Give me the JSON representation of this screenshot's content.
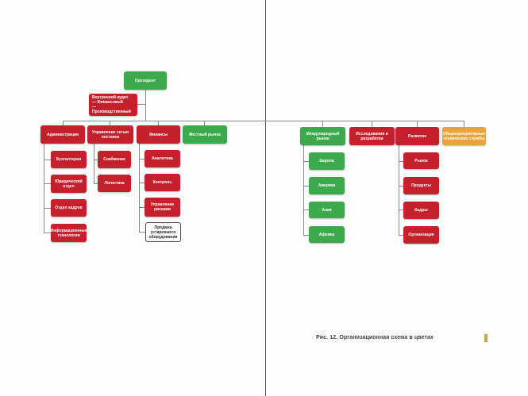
{
  "figure": {
    "caption": "Рис. 12. Организационная схема в цветах",
    "marker_color": "#C9A455"
  },
  "colors": {
    "red": "#C5212D",
    "green": "#3CA94C",
    "orange": "#E8A33C",
    "white": "#FFFFFF",
    "line": "#87898C",
    "gutter": "#55565A"
  },
  "org_chart": {
    "nodes": [
      {
        "id": "president",
        "label": "Президент",
        "color": "green",
        "parent": null
      },
      {
        "id": "audit",
        "label": "Внутренний аудит\n— Финансовый\n— Производственный",
        "color": "red",
        "parent": "president"
      },
      {
        "id": "admin",
        "label": "Администрация",
        "color": "red",
        "parent": "president"
      },
      {
        "id": "supply",
        "label": "Управление сетью поставок",
        "color": "red",
        "parent": "president"
      },
      {
        "id": "finance",
        "label": "Финансы",
        "color": "red",
        "parent": "president"
      },
      {
        "id": "local",
        "label": "Местный рынок",
        "color": "green",
        "parent": "president"
      },
      {
        "id": "intl",
        "label": "Международный рынок",
        "color": "green",
        "parent": "president"
      },
      {
        "id": "rnd",
        "label": "Исследования и разработки",
        "color": "red",
        "parent": "president"
      },
      {
        "id": "dev",
        "label": "Развитие",
        "color": "red",
        "parent": "president"
      },
      {
        "id": "corp",
        "label": "Общекорпоративные технические службы",
        "color": "orange",
        "parent": "president"
      },
      {
        "id": "acct",
        "label": "Бухгалтерия",
        "color": "red",
        "parent": "admin"
      },
      {
        "id": "legal",
        "label": "Юридический отдел",
        "color": "red",
        "parent": "admin"
      },
      {
        "id": "hr",
        "label": "Отдел кадров",
        "color": "red",
        "parent": "admin"
      },
      {
        "id": "it",
        "label": "Информационные технологии",
        "color": "red",
        "parent": "admin"
      },
      {
        "id": "procurement",
        "label": "Снабжение",
        "color": "red",
        "parent": "supply"
      },
      {
        "id": "logistics",
        "label": "Логистика",
        "color": "red",
        "parent": "supply"
      },
      {
        "id": "analytics",
        "label": "Аналитика",
        "color": "red",
        "parent": "finance"
      },
      {
        "id": "control",
        "label": "Контроль",
        "color": "red",
        "parent": "finance"
      },
      {
        "id": "risk",
        "label": "Управление рисками",
        "color": "red",
        "parent": "finance"
      },
      {
        "id": "sale",
        "label": "Продажа устаревшего оборудования",
        "color": "white",
        "parent": "finance"
      },
      {
        "id": "europe",
        "label": "Европа",
        "color": "green",
        "parent": "intl"
      },
      {
        "id": "america",
        "label": "Америка",
        "color": "green",
        "parent": "intl"
      },
      {
        "id": "asia",
        "label": "Азия",
        "color": "green",
        "parent": "intl"
      },
      {
        "id": "africa",
        "label": "Африка",
        "color": "green",
        "parent": "intl"
      },
      {
        "id": "market",
        "label": "Рынок",
        "color": "red",
        "parent": "dev"
      },
      {
        "id": "products",
        "label": "Продукты",
        "color": "red",
        "parent": "dev"
      },
      {
        "id": "staff2",
        "label": "Кадры",
        "color": "red",
        "parent": "dev"
      },
      {
        "id": "org",
        "label": "Организация",
        "color": "red",
        "parent": "dev"
      }
    ]
  }
}
